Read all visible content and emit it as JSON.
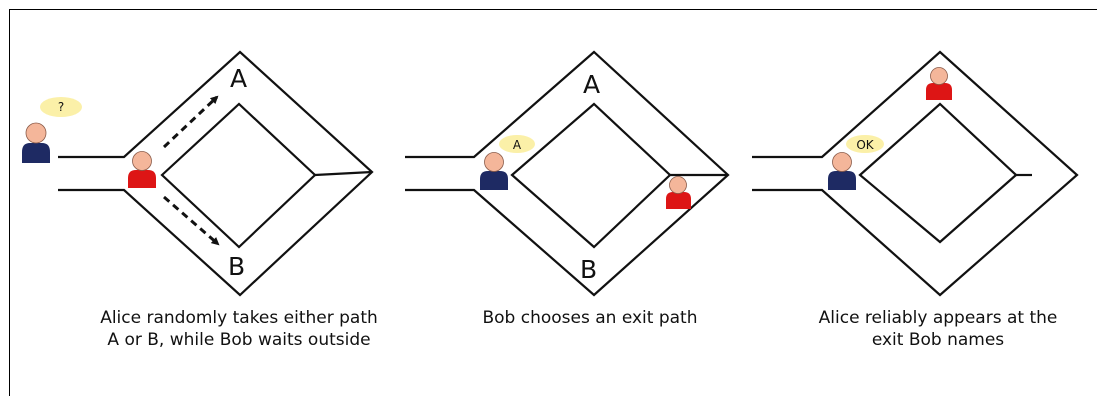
{
  "colors": {
    "alice": "#dd1515",
    "bob": "#1e2a63",
    "skin": "#f4b69a",
    "bubble": "#fbf0a8",
    "line": "#111111"
  },
  "panels": [
    {
      "gate_top": "A",
      "gate_bottom": "B",
      "bubble": "?",
      "caption": [
        "Alice randomly takes either path",
        "A or B, while Bob waits outside"
      ]
    },
    {
      "gate_top": "A",
      "gate_bottom": "B",
      "bubble": "A",
      "caption": [
        "Bob chooses an exit path"
      ]
    },
    {
      "bubble": "OK",
      "caption": [
        "Alice reliably appears at the",
        "exit Bob names"
      ]
    }
  ]
}
